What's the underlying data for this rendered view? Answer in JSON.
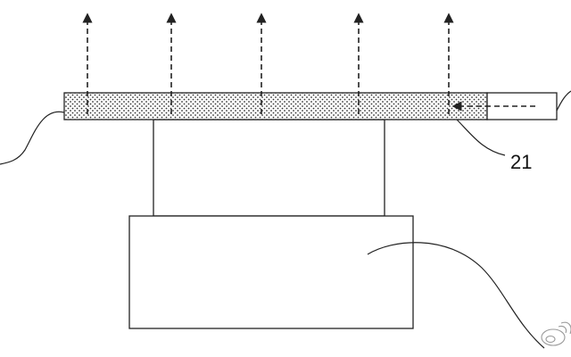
{
  "labels": {
    "plate_ref": "21"
  },
  "colors": {
    "line": "#222222",
    "dots": "#333333",
    "background": "#ffffff"
  },
  "diagram": {
    "arrow_count": 5,
    "arrow_style": "dashed",
    "watermark_glyph": "weibo-logo"
  }
}
